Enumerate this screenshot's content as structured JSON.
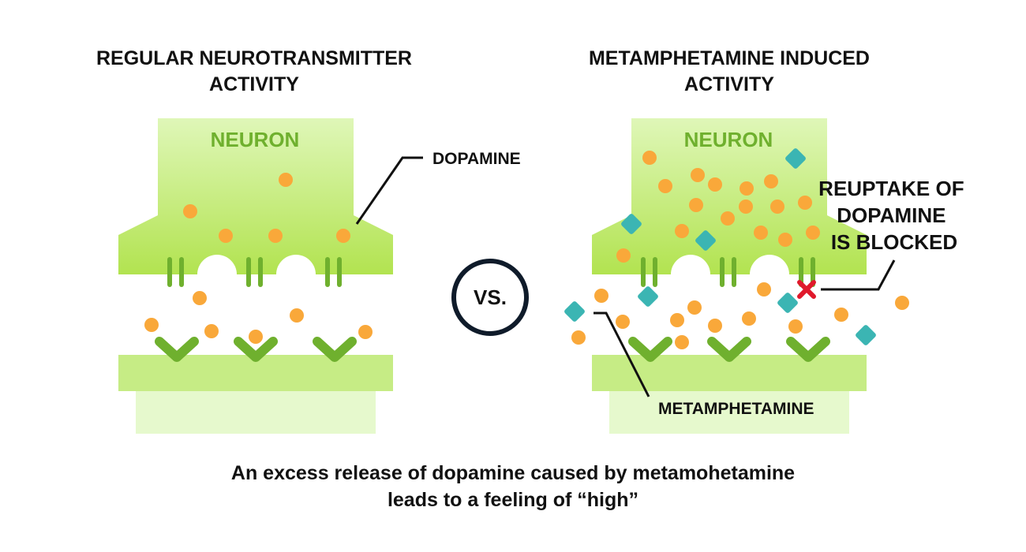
{
  "titles": {
    "left": [
      "REGULAR NEUROTRANSMITTER",
      "ACTIVITY"
    ],
    "right": [
      "METAMPHETAMINE INDUCED",
      "ACTIVITY"
    ]
  },
  "labels": {
    "neuron_left": "NEURON",
    "neuron_right": "NEURON",
    "dopamine": "DOPAMINE",
    "reuptake": [
      "REUPTAKE OF",
      "DOPAMINE",
      "IS BLOCKED"
    ],
    "metamphetamine": "METAMPHETAMINE",
    "vs": "VS."
  },
  "caption": [
    "An excess release of dopamine caused by metamohetamine",
    "leads to a feeling of “high”"
  ],
  "colors": {
    "neuron_green_light": "#dff7b8",
    "neuron_green": "#b5e55b",
    "receptor_green": "#6fb02e",
    "label_green": "#6fb02e",
    "dopamine": "#f9a83a",
    "metamphetamine": "#3bb5b3",
    "blocked_mark": "#e0192b",
    "text": "#111111"
  },
  "icons": {
    "blocked": "cross-icon"
  }
}
